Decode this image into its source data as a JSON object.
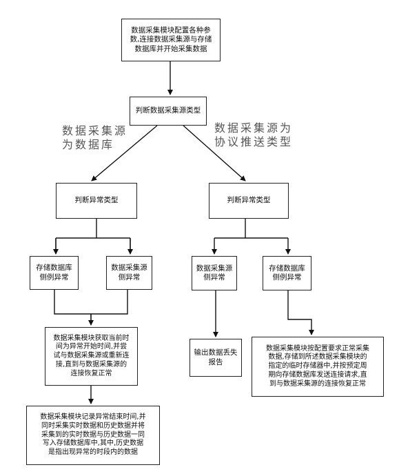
{
  "nodes": {
    "configure": "数据采集模块配置各种参\n数,连接数据采集源与存储\n数据库并开始采集数据",
    "judge_source": "判断数据采集源类型",
    "judge_left": "判断异常类型",
    "judge_right": "判断异常类型",
    "storage_left": "存储数据库\n侧例异常",
    "source_left": "数据采集源\n侧异常",
    "source_right": "数据采集源\n侧异常",
    "storage_right": "存储数据库\n侧例异常",
    "reconnect": "数据采集模块获取当前时\n间为异常开始时间,并尝\n试与数据采集源或重新连\n接,直到与数据采集源的\n连接恢复正常",
    "record": "数据采集模块记录异常结束时间,并\n同时采集实时数据和历史数据并将\n采集到的实时数据与历史数据一同\n写入存储数据库中,其中,历史数据\n是指出现异常的时段内的数据",
    "report": "输出数据丢失\n报告",
    "buffer": "数据采集模块按配置要求正常采集\n数据,存储到所述数据采集模块的\n指定的临时存储器中,并按预定周\n期向存储数据库发送连接请求,直\n到与数据采集源的连接恢复正常"
  },
  "edge_labels": {
    "database": "数据采集源\n为数据库",
    "protocol": "数据采集源为\n协议推送类型"
  }
}
